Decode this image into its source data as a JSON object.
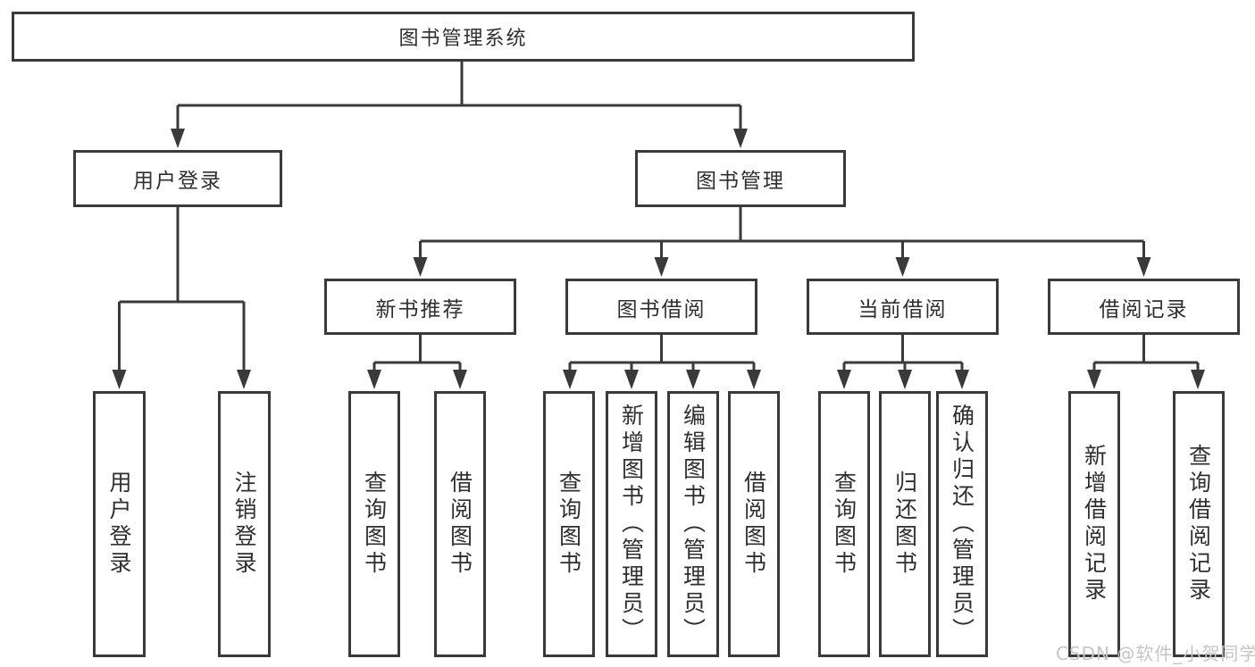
{
  "diagram": {
    "title": "图书管理系统",
    "tree": {
      "root": {
        "label": "图书管理系统"
      },
      "branches": [
        {
          "label": "用户登录",
          "children": [
            {
              "label": "用户登录"
            },
            {
              "label": "注销登录"
            }
          ]
        },
        {
          "label": "图书管理",
          "children": [
            {
              "label": "新书推荐",
              "children": [
                {
                  "label": "查询图书"
                },
                {
                  "label": "借阅图书"
                }
              ]
            },
            {
              "label": "图书借阅",
              "children": [
                {
                  "label": "查询图书"
                },
                {
                  "label": "新增图书（管理员）"
                },
                {
                  "label": "编辑图书（管理员）"
                },
                {
                  "label": "借阅图书"
                }
              ]
            },
            {
              "label": "当前借阅",
              "children": [
                {
                  "label": "查询图书"
                },
                {
                  "label": "归还图书"
                },
                {
                  "label": "确认归还（管理员）"
                }
              ]
            },
            {
              "label": "借阅记录",
              "children": [
                {
                  "label": "新增借阅记录"
                },
                {
                  "label": "查询借阅记录"
                }
              ]
            }
          ]
        }
      ]
    },
    "colors": {
      "line": "#3a3a3a",
      "text": "#2f2f2f",
      "box_background": "#ffffff",
      "watermark": "#c6c6c6"
    },
    "watermark": "CSDN @软件_小贺同学"
  }
}
